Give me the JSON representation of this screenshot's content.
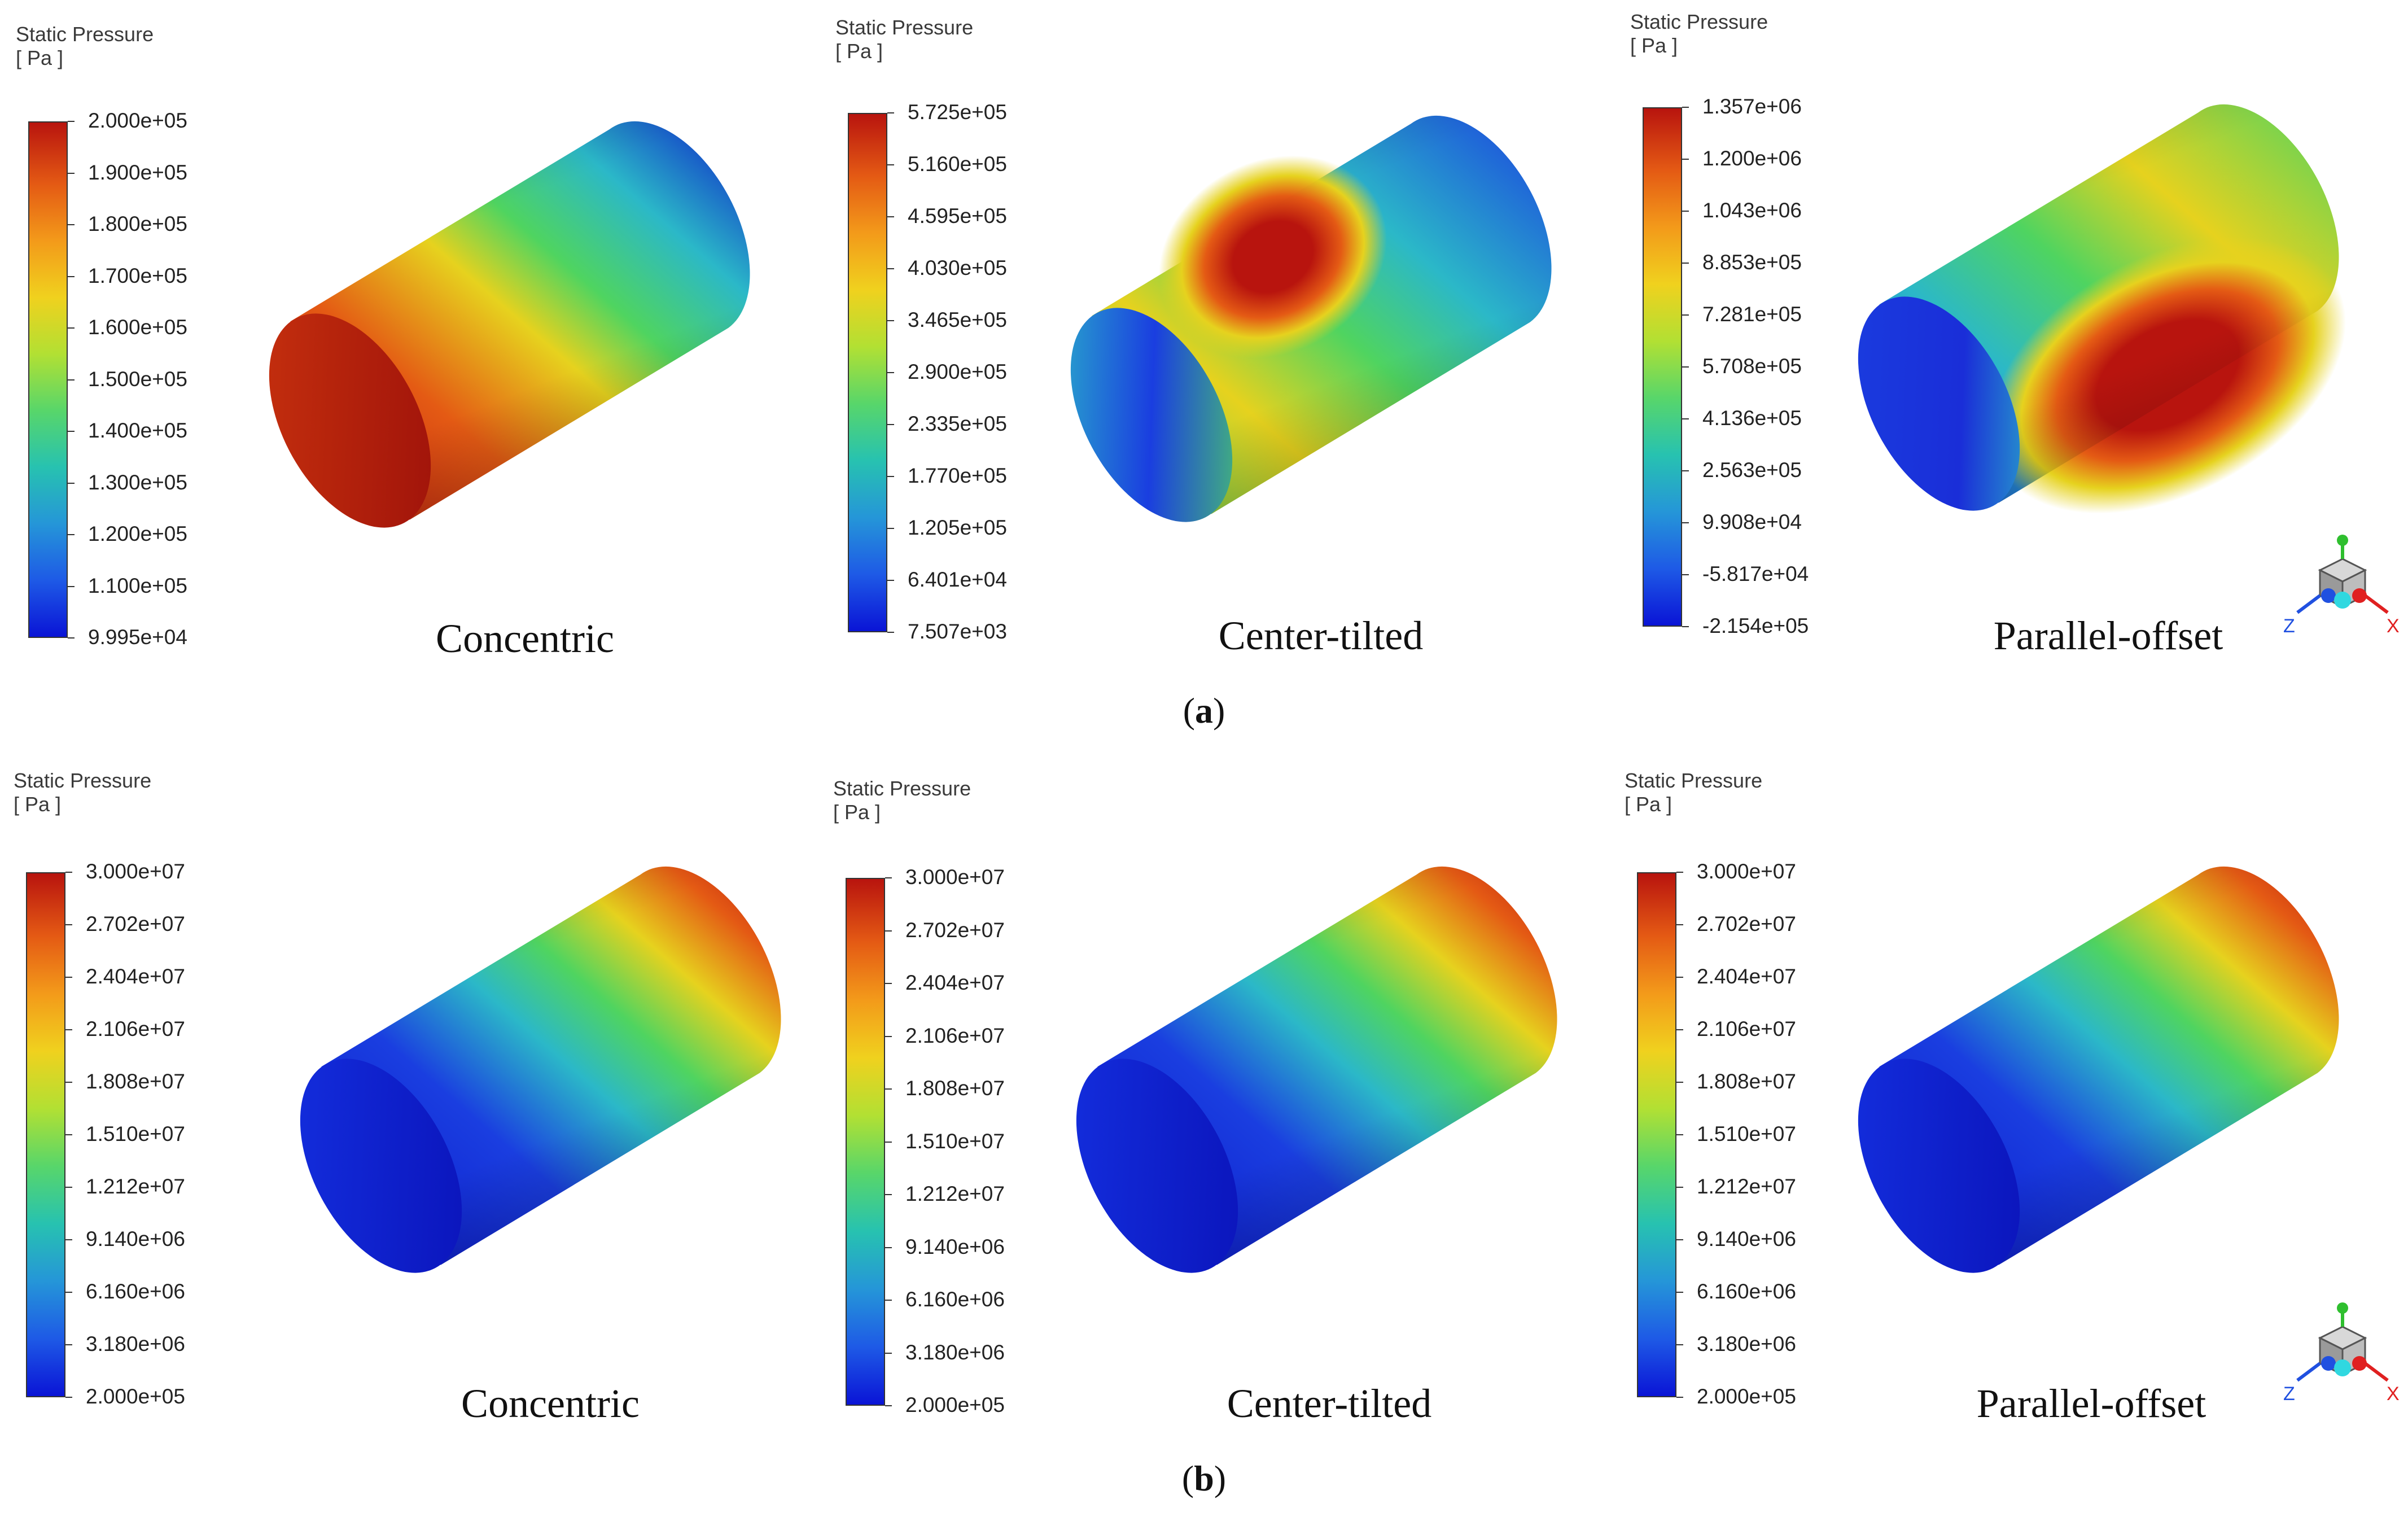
{
  "legend": {
    "title": "Static Pressure",
    "unit": "[ Pa ]"
  },
  "rows": [
    {
      "label": "a",
      "panels": [
        {
          "caption": "Concentric",
          "ticks": [
            "2.000e+05",
            "1.900e+05",
            "1.800e+05",
            "1.700e+05",
            "1.600e+05",
            "1.500e+05",
            "1.400e+05",
            "1.300e+05",
            "1.200e+05",
            "1.100e+05",
            "9.995e+04"
          ],
          "pattern": "axial-high-left"
        },
        {
          "caption": "Center-tilted",
          "ticks": [
            "5.725e+05",
            "5.160e+05",
            "4.595e+05",
            "4.030e+05",
            "3.465e+05",
            "2.900e+05",
            "2.335e+05",
            "1.770e+05",
            "1.205e+05",
            "6.401e+04",
            "7.507e+03"
          ],
          "pattern": "hotspot-left"
        },
        {
          "caption": "Parallel-offset",
          "ticks": [
            "1.357e+06",
            "1.200e+06",
            "1.043e+06",
            "8.853e+05",
            "7.281e+05",
            "5.708e+05",
            "4.136e+05",
            "2.563e+05",
            "9.908e+04",
            "-5.817e+04",
            "-2.154e+05"
          ],
          "pattern": "hotspot-bottom"
        }
      ]
    },
    {
      "label": "b",
      "panels": [
        {
          "caption": "Concentric",
          "ticks": [
            "3.000e+07",
            "2.702e+07",
            "2.404e+07",
            "2.106e+07",
            "1.808e+07",
            "1.510e+07",
            "1.212e+07",
            "9.140e+06",
            "6.160e+06",
            "3.180e+06",
            "2.000e+05"
          ],
          "pattern": "axial-high-right"
        },
        {
          "caption": "Center-tilted",
          "ticks": [
            "3.000e+07",
            "2.702e+07",
            "2.404e+07",
            "2.106e+07",
            "1.808e+07",
            "1.510e+07",
            "1.212e+07",
            "9.140e+06",
            "6.160e+06",
            "3.180e+06",
            "2.000e+05"
          ],
          "pattern": "axial-high-right"
        },
        {
          "caption": "Parallel-offset",
          "ticks": [
            "3.000e+07",
            "2.702e+07",
            "2.404e+07",
            "2.106e+07",
            "1.808e+07",
            "1.510e+07",
            "1.212e+07",
            "9.140e+06",
            "6.160e+06",
            "3.180e+06",
            "2.000e+05"
          ],
          "pattern": "axial-high-right"
        }
      ]
    }
  ],
  "triad": {
    "x": "X",
    "y": "Y",
    "z": "Z"
  },
  "colors": {
    "high": "#b8140e",
    "orange": "#e45a14",
    "yellow": "#e6d21e",
    "green": "#4fd460",
    "cyan": "#2bb8c8",
    "blue": "#1a3ee0",
    "deep_blue": "#0a14c8"
  }
}
